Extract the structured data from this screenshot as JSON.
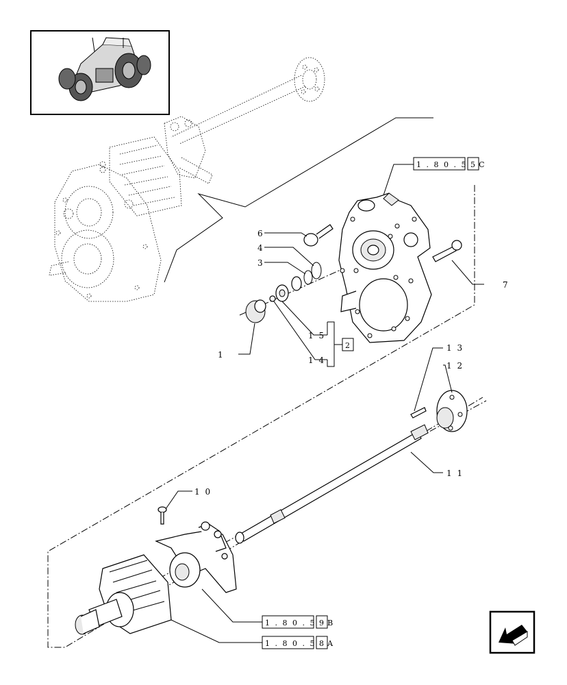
{
  "callouts": {
    "c1": "1",
    "c3": "3",
    "c4": "4",
    "c6": "6",
    "c7": "7",
    "c10": "1 0",
    "c11": "1 1",
    "c12": "1 2",
    "c13": "1 3",
    "c14": "1 4",
    "c15": "1 5"
  },
  "references": {
    "top": {
      "code": "1 . 8 0 . 5 / C",
      "num": "5"
    },
    "kit": {
      "num": "2"
    },
    "mid": {
      "code": "1 . 8 0 . 5 / B",
      "num": "9"
    },
    "bottom": {
      "code": "1 . 8 0 . 5 / A",
      "num": "8"
    }
  },
  "icons": {
    "thumbnail": "tractor-thumbnail",
    "nav": "back-arrow-icon"
  }
}
